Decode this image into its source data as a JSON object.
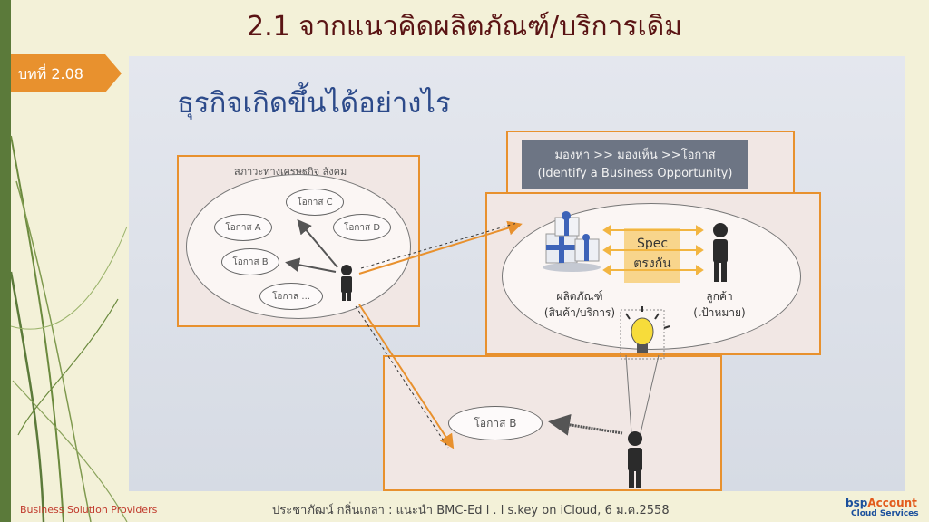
{
  "slide": {
    "title": "2.1 จากแนวคิดผลิตภัณฑ์/บริการเดิม",
    "chapter_badge": "บทที่ 2.08",
    "panel_heading": "ธุรกิจเกิดขึ้นได้อย่างไร"
  },
  "left_box": {
    "label": "สภาวะทางเศรษฐกิจ สังคม",
    "opportunities": [
      "โอกาส C",
      "โอกาส A",
      "โอกาส D",
      "โอกาส B",
      "โอกาส ..."
    ]
  },
  "banner": {
    "line1": "มองหา >> มองเห็น >>โอกาส",
    "line2": "(Identify a Business Opportunity)"
  },
  "spec": {
    "line1": "Spec",
    "line2": "ตรงกัน"
  },
  "product_caption": {
    "line1": "ผลิตภัณฑ์",
    "line2": "(สินค้า/บริการ)"
  },
  "customer_caption": {
    "line1": "ลูกค้า",
    "line2": "(เป้าหมาย)"
  },
  "bottom_box": {
    "opportunity": "โอกาส B"
  },
  "footer": {
    "left": "Business Solution Providers",
    "center": "ประชาภัฒน์ กลิ่นเกลา : แนะนำ BMC-Ed l . l s.key on iCloud, 6 ม.ค.2558"
  },
  "logo": {
    "brand_a": "bsp",
    "brand_b": "Account",
    "tagline": "Cloud Services"
  },
  "colors": {
    "title": "#5a1414",
    "badge": "#e8912e",
    "box_border": "#e8912e",
    "heading": "#2c4a8a",
    "banner": "#6d7584",
    "spec": "#f8d58c"
  }
}
